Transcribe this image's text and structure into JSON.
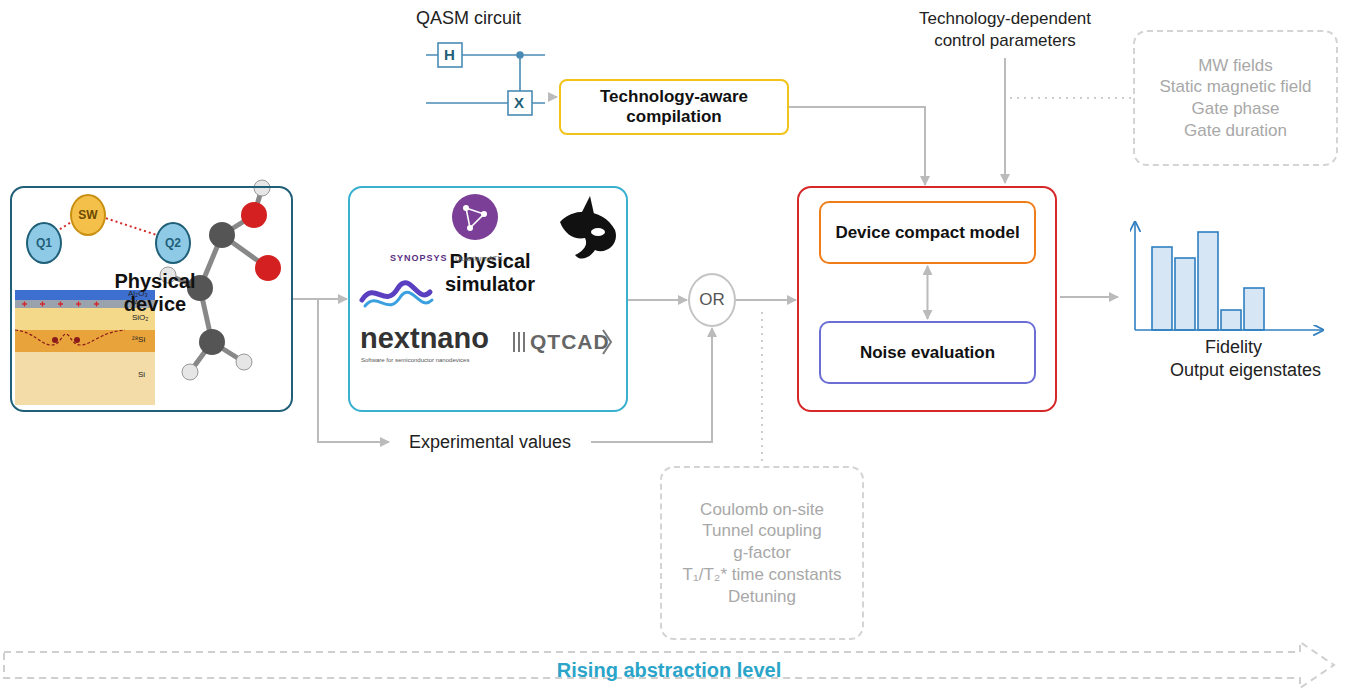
{
  "diagram": {
    "nodes": [
      {
        "text": [
          "Physical device"
        ]
      },
      {
        "text": [
          "Q1"
        ],
        "in": 0
      },
      {
        "text": [
          "SW"
        ],
        "in": 0
      },
      {
        "text": [
          "Q2"
        ],
        "in": 0
      },
      {
        "text": [
          "Technology-aware compilation"
        ]
      },
      {
        "text": [
          "MW fields",
          "Static magnetic field",
          "Gate phase",
          "Gate duration"
        ]
      },
      {
        "text": [
          "Physical simulator"
        ]
      },
      {
        "text": [
          "OR"
        ]
      },
      {
        "text": []
      },
      {
        "text": [
          "Device compact model"
        ],
        "in": 8
      },
      {
        "text": [
          "Noise evaluation"
        ],
        "in": 8
      },
      {
        "text": [
          "Experimental values"
        ]
      },
      {
        "text": [
          "Coulomb on-site",
          "Tunnel coupling",
          "g-factor",
          "T₁/T₂* time constants",
          "Detuning"
        ]
      },
      {
        "text": [
          "Rising abstraction level"
        ]
      }
    ],
    "edges": [
      {
        "from": 0,
        "to": 6,
        "arrow": "to"
      },
      {
        "from": 0,
        "to": 11,
        "arrow": "to"
      },
      {
        "from": 11,
        "to": 7,
        "arrow": "to"
      },
      {
        "from": 6,
        "to": 7,
        "arrow": "to"
      },
      {
        "from": 7,
        "to": 8,
        "arrow": "to"
      },
      {
        "from": 4,
        "to": 8,
        "arrow": "to"
      },
      {
        "from": 9,
        "to": 10,
        "arrow": "both"
      }
    ],
    "labels": [
      "QASM circuit",
      "H",
      "X",
      "Technology-dependent control parameters",
      "Al₂O₃",
      "Al",
      "SiO₂",
      "²⁸Si",
      "Si",
      "SYNOPSYS",
      "QuantumATK",
      "nextnano",
      "Software for semiconductor nanodevices",
      "QTCAD",
      "Fidelity",
      "Output eigenstates"
    ]
  }
}
